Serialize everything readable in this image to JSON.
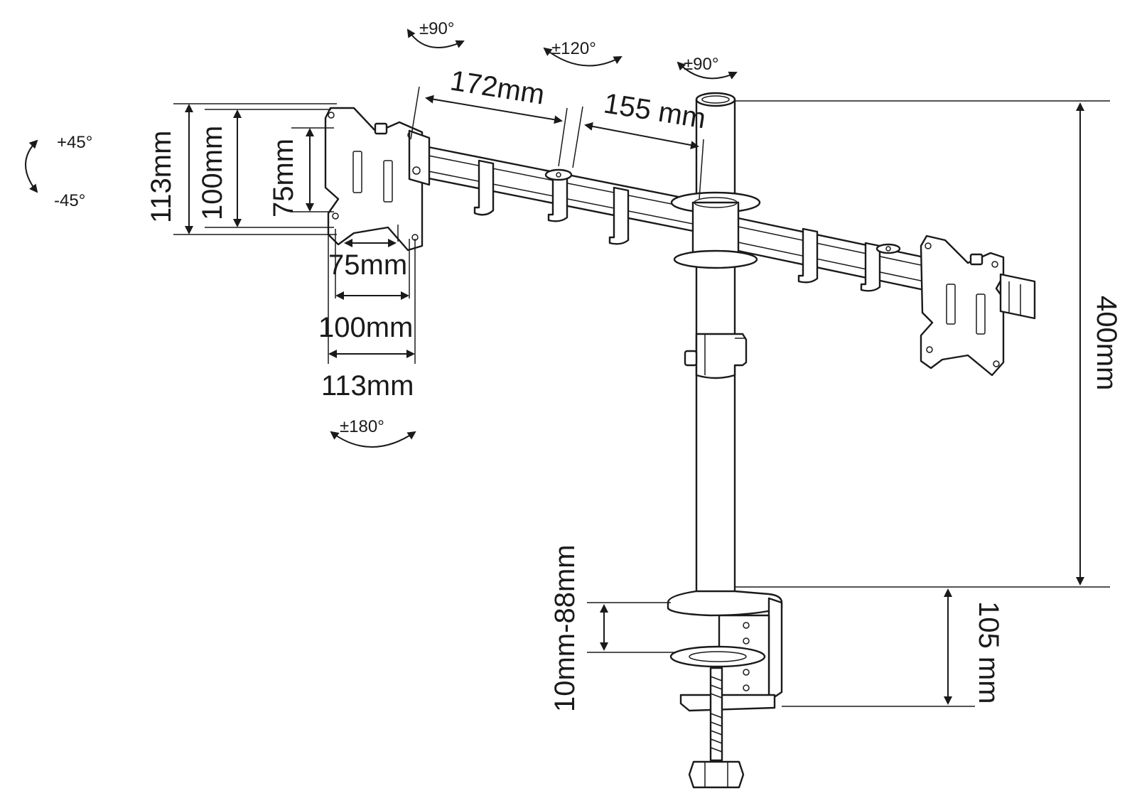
{
  "rotations": {
    "tilt_up": "+45°",
    "tilt_down": "-45°",
    "swivel_arm_left": "±90°",
    "swivel_arm_middle": "±120°",
    "swivel_arm_right": "±90°",
    "rotate_plate": "±180°"
  },
  "dimensions": {
    "arm_inner_length": "172mm",
    "arm_outer_length": "155 mm",
    "vesa_height_113": "113mm",
    "vesa_height_100": "100mm",
    "vesa_height_75": "75mm",
    "vesa_width_75": "75mm",
    "vesa_width_100": "100mm",
    "vesa_width_113": "113mm",
    "pole_height": "400mm",
    "clamp_height": "105 mm",
    "desk_thickness": "10mm-88mm"
  },
  "colors": {
    "line": "#1a1a1a",
    "background": "#ffffff"
  }
}
